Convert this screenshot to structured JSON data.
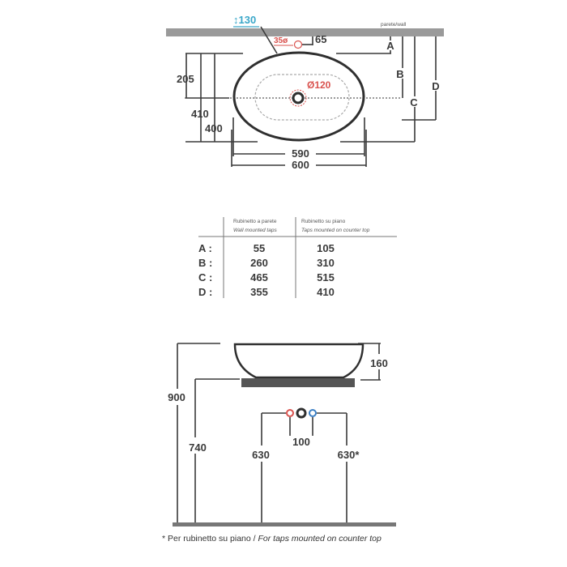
{
  "top_view": {
    "tap_hole_height": "↕130",
    "wall_label": "parete/wall",
    "tap_hole_diameter": "35ø",
    "tap_hole_offset": "65",
    "drain_diameter": "Ø120",
    "dim_205": "205",
    "dim_410": "410",
    "dim_400": "400",
    "dim_590": "590",
    "dim_600": "600",
    "label_a": "A",
    "label_b": "B",
    "label_c": "C",
    "label_d": "D"
  },
  "table": {
    "col1_header_it": "Rubinetto a parete",
    "col1_header_en": "Wall mounted taps",
    "col2_header_it": "Rubinetto su piano",
    "col2_header_en": "Taps mounted on counter top",
    "rows": [
      {
        "label": "A :",
        "wall": "55",
        "counter": "105"
      },
      {
        "label": "B :",
        "wall": "260",
        "counter": "310"
      },
      {
        "label": "C :",
        "wall": "465",
        "counter": "515"
      },
      {
        "label": "D :",
        "wall": "355",
        "counter": "410"
      }
    ]
  },
  "side_view": {
    "dim_160": "160",
    "dim_900": "900",
    "dim_740": "740",
    "dim_100": "100",
    "dim_630": "630",
    "dim_630_star": "630*",
    "footnote_it": "* Per rubinetto su piano / ",
    "footnote_en": "For taps mounted on counter top"
  },
  "colors": {
    "hot": "#d9534f",
    "cold": "#3b7fc4",
    "accent_blue": "#3aa7c9",
    "wall": "#9a9a9a"
  }
}
